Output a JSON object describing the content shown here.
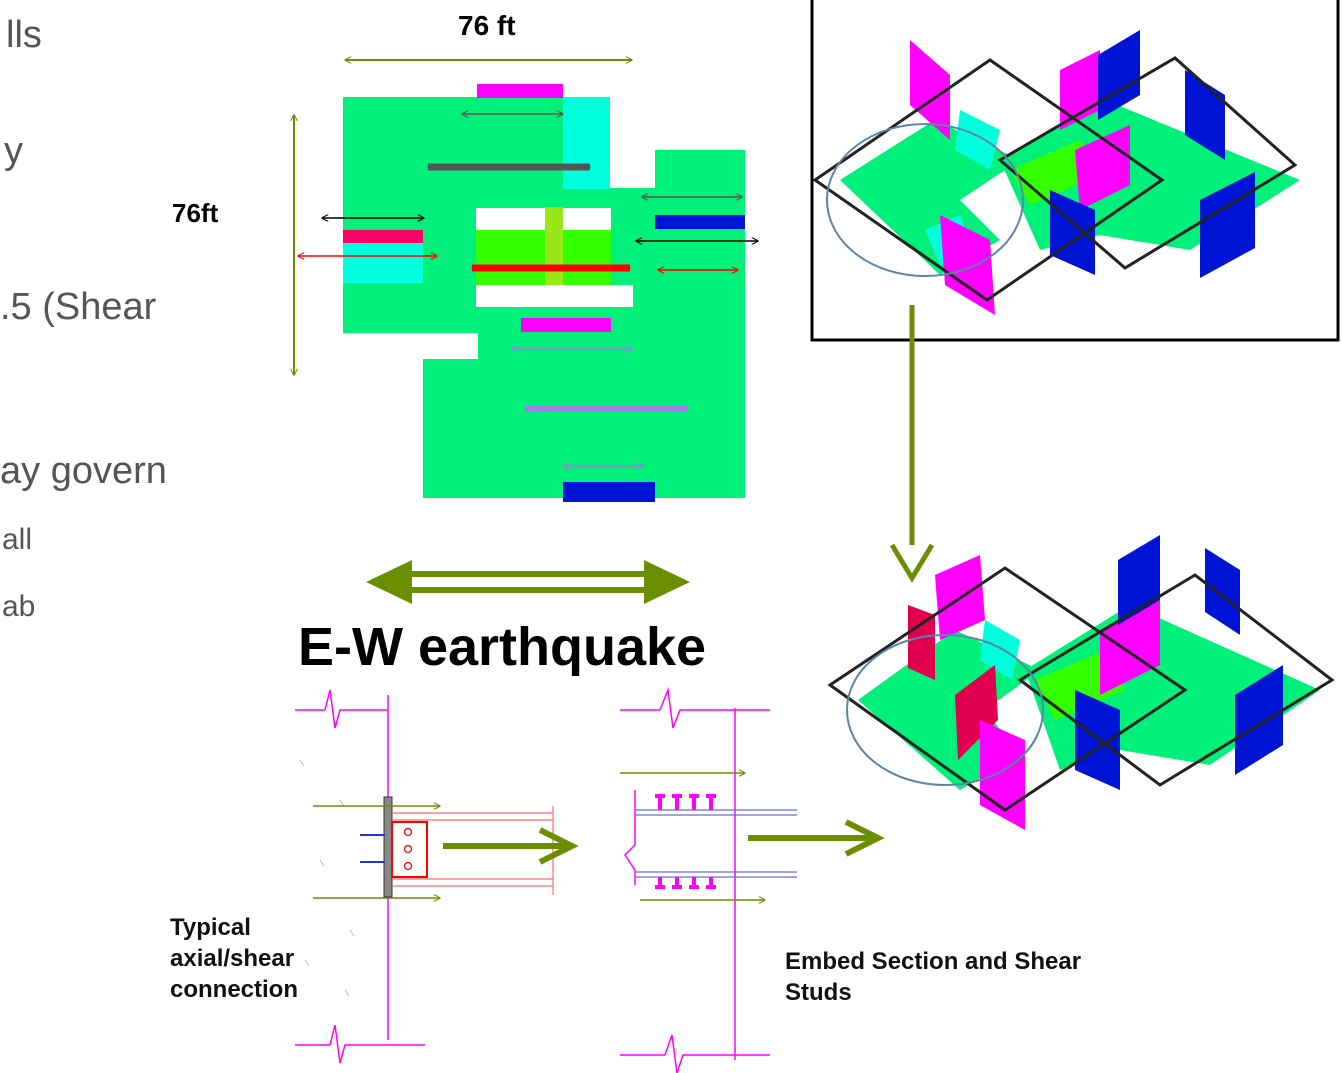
{
  "left_text": {
    "line1": "lls",
    "line2": "y",
    "line3": ".5 (Shear",
    "line4": "ay govern",
    "line5": "all",
    "line6": "ab"
  },
  "plan": {
    "width_label": "76 ft",
    "height_label": "76ft"
  },
  "earthquake_label": "E-W earthquake",
  "captions": {
    "connection": "Typical axial/shear connection",
    "embed": "Embed Section and Shear Studs"
  },
  "colors": {
    "slab": "#00f07a",
    "magenta": "#ff00ff",
    "cyan": "#00ffdd",
    "blue": "#0014d6",
    "lime": "#33ff00",
    "olive": "#6b8e00",
    "red": "#ff0000",
    "purple": "#a67ce8",
    "dark_gray": "#555555",
    "crimson": "#ff0066"
  }
}
